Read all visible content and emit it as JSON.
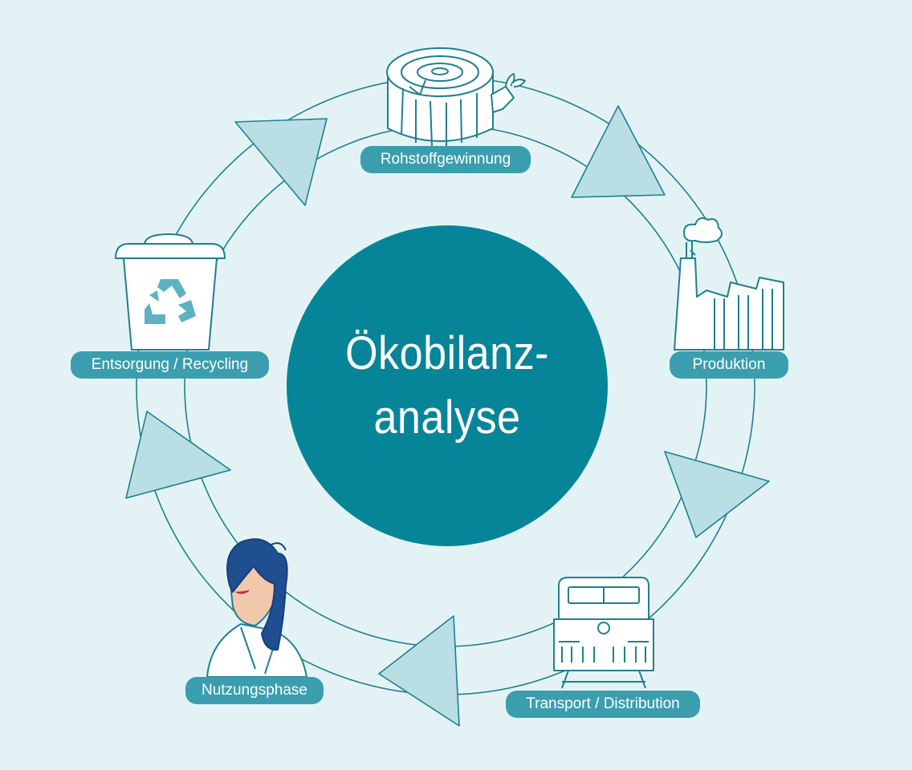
{
  "colors": {
    "background": "#e3f3f5",
    "center_circle": "#068599",
    "label_pill": "#3a9eaf",
    "arrow_fill": "#b9dfe5",
    "outline": "#1f7f91",
    "icon_fill": "#ffffff"
  },
  "center": {
    "line1": "Ökobilanz-",
    "line2": "analyse"
  },
  "stages": [
    {
      "label": "Rohstoffgewinnung",
      "icon": "tree-stump-icon"
    },
    {
      "label": "Produktion",
      "icon": "factory-icon"
    },
    {
      "label": "Transport / Distribution",
      "icon": "train-icon"
    },
    {
      "label": "Nutzungsphase",
      "icon": "person-icon"
    },
    {
      "label": "Entsorgung / Recycling",
      "icon": "recycling-bin-icon"
    }
  ]
}
